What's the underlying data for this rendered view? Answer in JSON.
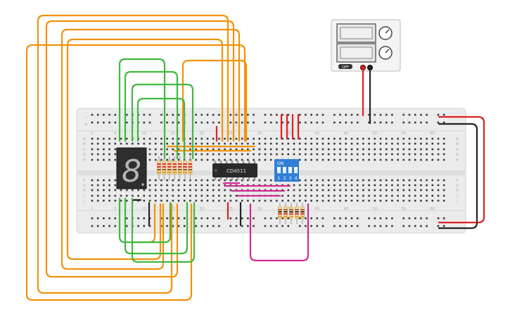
{
  "breadboard": {
    "column_numbers": [
      "1",
      "5",
      "10",
      "15",
      "20",
      "25",
      "30",
      "35",
      "40",
      "45",
      "50",
      "55",
      "60"
    ],
    "row_letters_top": [
      "A",
      "B",
      "C",
      "D",
      "E"
    ],
    "row_letters_bottom": [
      "F",
      "G",
      "H",
      "I",
      "J"
    ],
    "rail_minus": "−",
    "rail_plus": "+"
  },
  "ic": {
    "label": "CD4511"
  },
  "dip_switch": {
    "on_label": "ON",
    "numbers": [
      "1",
      "2",
      "3",
      "4"
    ]
  },
  "power_supply": {
    "button_label": "OFF"
  },
  "seven_segment": {
    "digit": "8"
  },
  "colors": {
    "orange": "#f0920b",
    "green": "#3fb83f",
    "magenta": "#d02c92",
    "red": "#e02020",
    "black": "#222222",
    "breadboard": "#ececec",
    "ic_body": "#2a2a2a",
    "dip_body": "#2f7fd6"
  }
}
